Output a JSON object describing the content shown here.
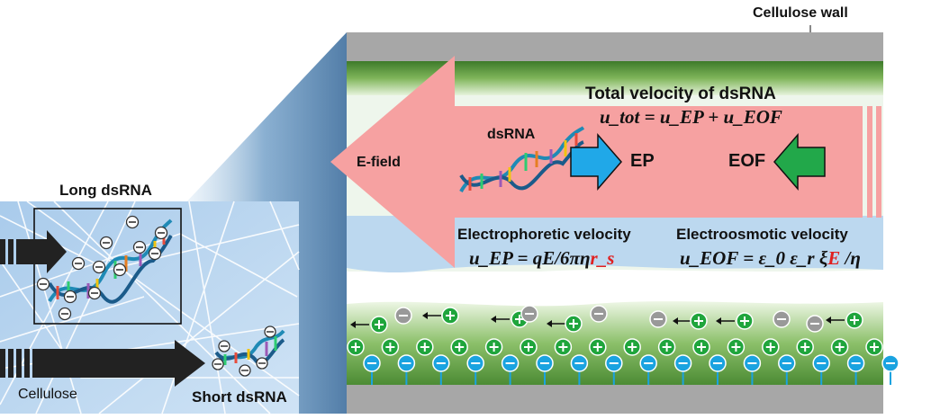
{
  "labels": {
    "cellulose_wall": "Cellulose wall",
    "long_dsrna": "Long dsRNA",
    "short_dsrna": "Short dsRNA",
    "cellulose": "Cellulose",
    "e_field": "E-field",
    "dsrna": "dsRNA",
    "ep": "EP",
    "eof": "EOF",
    "total_velocity": "Total velocity of dsRNA",
    "electrophoretic_velocity": "Electrophoretic velocity",
    "electroosmotic_velocity": "Electroosmotic velocity"
  },
  "equations": {
    "total": "u_tot = u_EP + u_EOF",
    "ep_main": "u_EP = qE/6πη",
    "ep_red": "r_s",
    "eof_main": "u_EOF = ε_0 ε_r ξ",
    "eof_red": "E",
    "eof_tail": " /η"
  },
  "colors": {
    "wall_gray": "#a7a7a7",
    "membrane_green": "#5c9a3a",
    "fluid_blue": "#bcd8ef",
    "arrow_pink": "#f6a1a1",
    "ep_arrow": "#20a8e8",
    "eof_arrow": "#22a84a",
    "accent_red": "#e02020",
    "positive_ion": "#1fa53c",
    "negative_ion": "#1aa3e0",
    "neutral_ion": "#999999"
  }
}
